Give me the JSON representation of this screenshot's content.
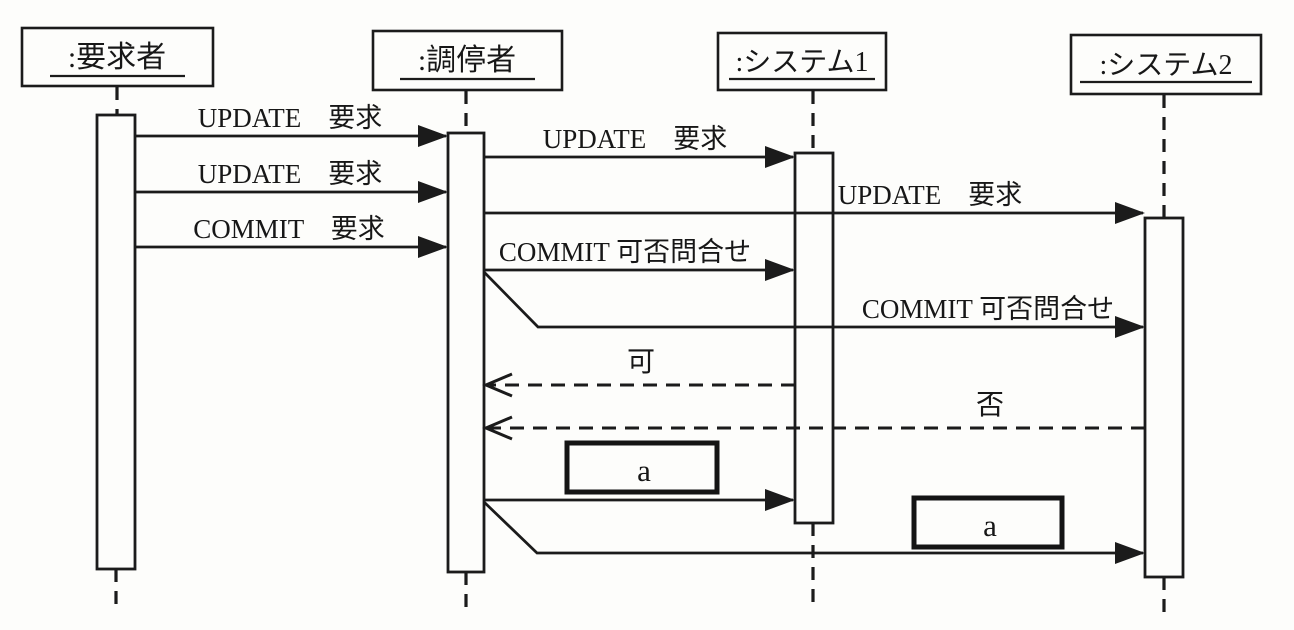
{
  "diagram": {
    "type": "uml-sequence-diagram",
    "style": "scanned black-and-white print"
  },
  "lifelines": [
    {
      "label": ":要求者",
      "role": "requester"
    },
    {
      "label": ":調停者",
      "role": "mediator"
    },
    {
      "label": ":システム1",
      "role": "system-1"
    },
    {
      "label": ":システム2",
      "role": "system-2"
    }
  ],
  "messages": [
    {
      "label": "UPDATE　要求",
      "from": ":要求者",
      "to": ":調停者",
      "style": "solid-filled-arrow"
    },
    {
      "label": "UPDATE　要求",
      "from": ":調停者",
      "to": ":システム1",
      "style": "solid-filled-arrow"
    },
    {
      "label": "UPDATE　要求",
      "from": ":要求者",
      "to": ":調停者",
      "style": "solid-filled-arrow"
    },
    {
      "label": "UPDATE　要求",
      "from": ":調停者",
      "to": ":システム2",
      "style": "solid-filled-arrow"
    },
    {
      "label": "COMMIT　要求",
      "from": ":要求者",
      "to": ":調停者",
      "style": "solid-filled-arrow"
    },
    {
      "label": "COMMIT 可否問合せ",
      "from": ":調停者",
      "to": ":システム1",
      "style": "solid-filled-arrow"
    },
    {
      "label": "COMMIT 可否問合せ",
      "from": ":調停者",
      "to": ":システム2",
      "style": "solid-filled-arrow-bent"
    },
    {
      "label": "可",
      "from": ":システム1",
      "to": ":調停者",
      "style": "dashed-open-arrow"
    },
    {
      "label": "否",
      "from": ":システム2",
      "to": ":調停者",
      "style": "dashed-open-arrow"
    },
    {
      "label": "",
      "from": ":調停者",
      "to": ":システム1",
      "style": "solid-filled-arrow"
    },
    {
      "label": "",
      "from": ":調停者",
      "to": ":システム2",
      "style": "solid-filled-arrow-bent"
    }
  ],
  "fragments": [
    {
      "label": "a"
    },
    {
      "label": "a"
    }
  ],
  "colors": {
    "ink": "#1b1b1b",
    "paper": "#fdfdfb"
  }
}
